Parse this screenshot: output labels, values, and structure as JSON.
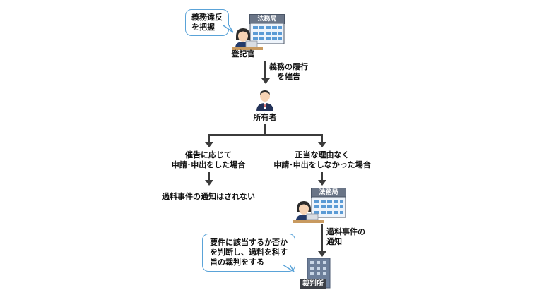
{
  "top": {
    "bubble_lines": [
      "義務違反",
      "を把握"
    ],
    "building_sign": "法務局",
    "person_label": "登記官"
  },
  "arrow1_lines": [
    "義務の履行",
    "を催告"
  ],
  "owner_label": "所有者",
  "left_branch": {
    "lines": [
      "催告に応じて",
      "申請･申出をした場合"
    ],
    "result": "過料事件の通知はされない"
  },
  "right_branch": {
    "lines": [
      "正当な理由なく",
      "申請･申出をしなかった場合"
    ],
    "building_sign": "法務局",
    "arrow_lines": [
      "過料事件の",
      "通知"
    ]
  },
  "court": {
    "bubble_lines": [
      "要件に該当するか否か",
      "を判断し、過料を科す",
      "旨の裁判をする"
    ],
    "label": "裁判所"
  },
  "colors": {
    "line": "#3b3b3b",
    "bubble_border": "#5aa3d8",
    "building": "#5b9bd5",
    "court": "#6d7f9a"
  }
}
